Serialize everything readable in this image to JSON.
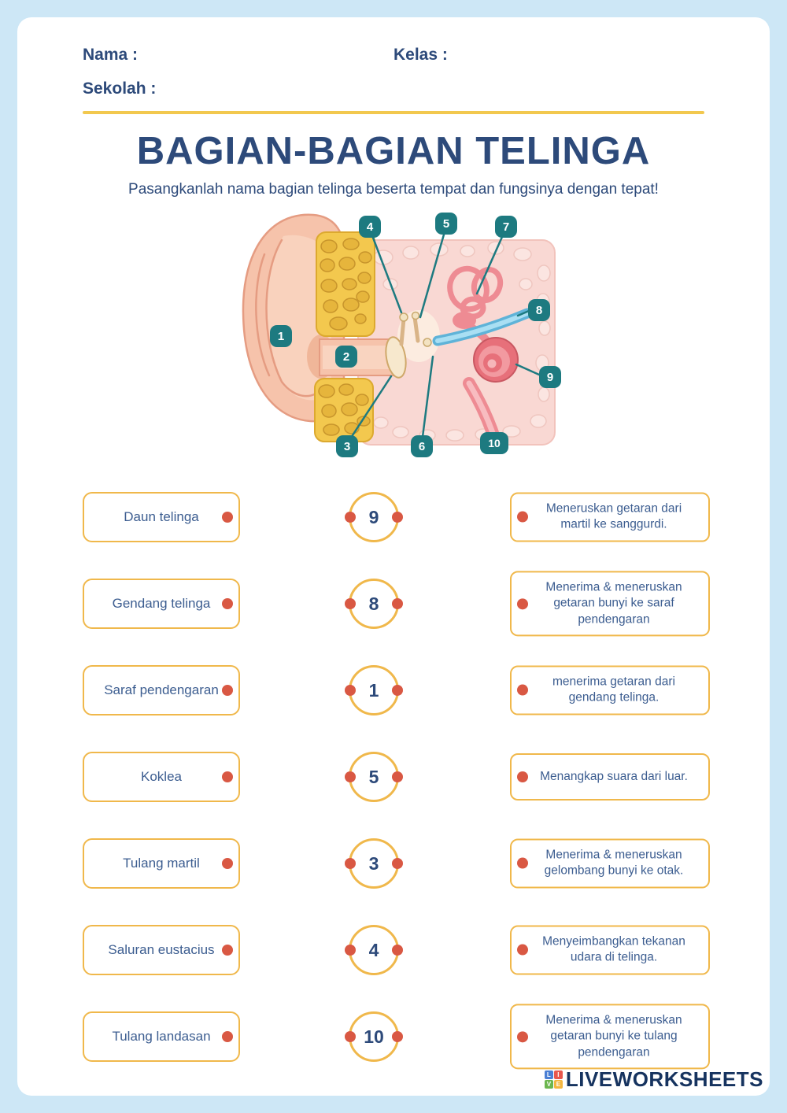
{
  "page": {
    "background_color": "#cde7f6",
    "title": "BAGIAN-BAGIAN TELINGA",
    "instruction": "Pasangkanlah nama bagian telinga beserta tempat dan fungsinya dengan tepat!"
  },
  "header": {
    "nama_label": "Nama :",
    "kelas_label": "Kelas :",
    "sekolah_label": "Sekolah :",
    "nama_value": "",
    "kelas_value": "",
    "sekolah_value": ""
  },
  "colors": {
    "accent_yellow": "#f2c84e",
    "box_border_yellow": "#f0b84b",
    "text_blue": "#2d4a7a",
    "badge_teal": "#1d7a80",
    "connector_dot_red": "#d95843"
  },
  "diagram": {
    "badges": [
      "1",
      "2",
      "3",
      "4",
      "5",
      "6",
      "7",
      "8",
      "9",
      "10"
    ]
  },
  "matching": {
    "rows": [
      {
        "part": "Daun telinga",
        "number": "9",
        "function": "Meneruskan getaran dari martil ke sanggurdi."
      },
      {
        "part": "Gendang telinga",
        "number": "8",
        "function": "Menerima & meneruskan getaran bunyi ke saraf pendengaran"
      },
      {
        "part": "Saraf pendengaran",
        "number": "1",
        "function": "menerima getaran dari gendang telinga."
      },
      {
        "part": "Koklea",
        "number": "5",
        "function": "Menangkap suara dari luar."
      },
      {
        "part": "Tulang martil",
        "number": "3",
        "function": "Menerima & meneruskan gelombang bunyi ke otak."
      },
      {
        "part": "Saluran eustacius",
        "number": "4",
        "function": "Menyeimbangkan tekanan udara di telinga."
      },
      {
        "part": "Tulang landasan",
        "number": "10",
        "function": "Menerima & meneruskan getaran bunyi ke tulang pendengaran"
      }
    ]
  },
  "footer": {
    "brand": "LIVEWORKSHEETS",
    "logo_tiles": [
      {
        "letter": "L",
        "color": "#4a7fd4"
      },
      {
        "letter": "I",
        "color": "#e8574d"
      },
      {
        "letter": "V",
        "color": "#6cb64f"
      },
      {
        "letter": "E",
        "color": "#f4b63f"
      }
    ]
  }
}
